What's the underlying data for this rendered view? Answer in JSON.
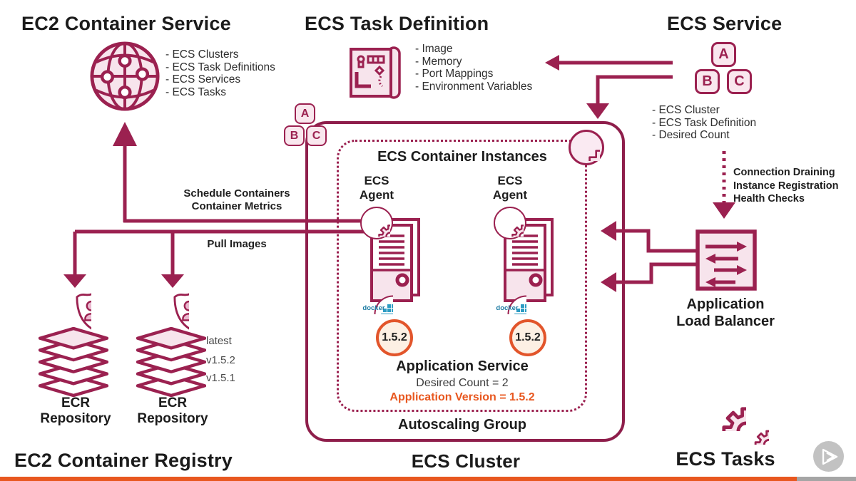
{
  "slide": {
    "ec2_container_service": {
      "title": "EC2 Container Service",
      "items": [
        "- ECS Clusters",
        "- ECS Task Definitions",
        "- ECS Services",
        "- ECS Tasks"
      ]
    },
    "ecs_task_definition": {
      "title": "ECS Task Definition",
      "items": [
        "- Image",
        "- Memory",
        "- Port Mappings",
        "- Environment Variables"
      ]
    },
    "ecs_service": {
      "title": "ECS Service",
      "letters": [
        "A",
        "B",
        "C"
      ],
      "items": [
        "- ECS Cluster",
        "- ECS Task Definition",
        "- Desired Count"
      ]
    },
    "connections": {
      "schedule_containers": "Schedule Containers",
      "container_metrics": "Container Metrics",
      "pull_images": "Pull Images",
      "alb_notes": [
        "Connection Draining",
        "Instance Registration",
        "Health Checks"
      ]
    },
    "cluster": {
      "label": "ECS Cluster",
      "task_letters": [
        "A",
        "B",
        "C"
      ],
      "container_instances_title": "ECS Container Instances",
      "autoscaling_group_label": "Autoscaling Group",
      "instances": [
        {
          "agent_line1": "ECS",
          "agent_line2": "Agent",
          "docker_label": "docker",
          "version_badge": "1.5.2"
        },
        {
          "agent_line1": "ECS",
          "agent_line2": "Agent",
          "docker_label": "docker",
          "version_badge": "1.5.2"
        }
      ],
      "app_service": {
        "title": "Application Service",
        "desired_count": "Desired Count = 2",
        "app_version": "Application Version = 1.5.2"
      }
    },
    "alb": {
      "label_line1": "Application",
      "label_line2": "Load Balancer"
    },
    "registry": {
      "title": "EC2 Container Registry",
      "repos": [
        {
          "line1": "ECR",
          "line2": "Repository"
        },
        {
          "line1": "ECR",
          "line2": "Repository"
        }
      ],
      "image_tags": [
        "latest",
        "v1.5.2",
        "v1.5.1"
      ]
    },
    "ecs_tasks": {
      "title": "ECS Tasks"
    }
  },
  "colors": {
    "maroon": "#9b2150",
    "pink_fill": "#f7e4ec",
    "orange_accent": "#e8571f",
    "badge_border": "#e2552b",
    "badge_fill": "#fdf0e4",
    "docker_blue": "#2d9cc3",
    "progress_gray": "#a5a5a5"
  }
}
